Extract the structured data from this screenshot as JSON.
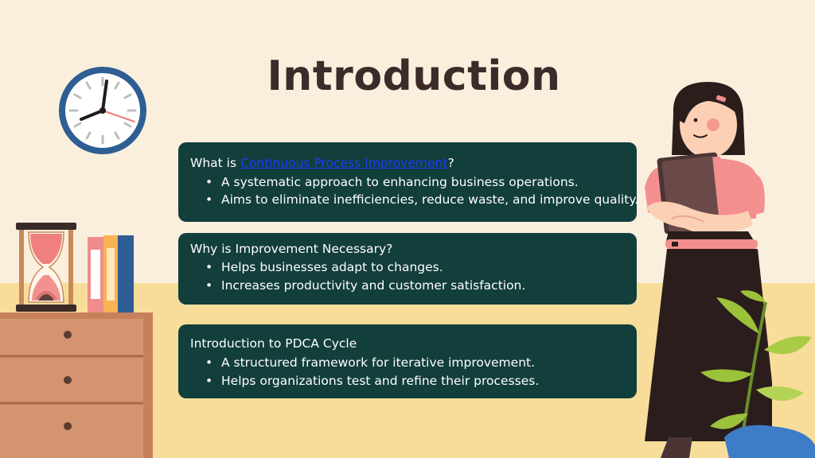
{
  "slide": {
    "title": "Introduction",
    "cards": [
      {
        "heading_prefix": "What is ",
        "heading_link": "Continuous Process Improvement",
        "heading_suffix": "?",
        "bullets": [
          "A systematic approach to enhancing business operations.",
          "Aims to eliminate inefficiencies, reduce waste, and improve quality."
        ]
      },
      {
        "heading": "Why is Improvement Necessary?",
        "bullets": [
          "Helps businesses adapt to changes.",
          "Increases productivity and customer satisfaction."
        ]
      },
      {
        "heading": "Introduction to PDCA Cycle",
        "bullets": [
          "A structured framework for iterative improvement.",
          "Helps organizations test and refine their processes."
        ]
      }
    ]
  },
  "colors": {
    "background": "#faefdc",
    "floor": "#f8dd9a",
    "card": "#123e3c",
    "title": "#3d2b2a",
    "link": "#1a3cff"
  },
  "icons": [
    "wall-clock-icon",
    "hourglass-icon",
    "books-icon",
    "dresser-icon",
    "woman-with-books-illustration",
    "potted-plant-icon"
  ]
}
